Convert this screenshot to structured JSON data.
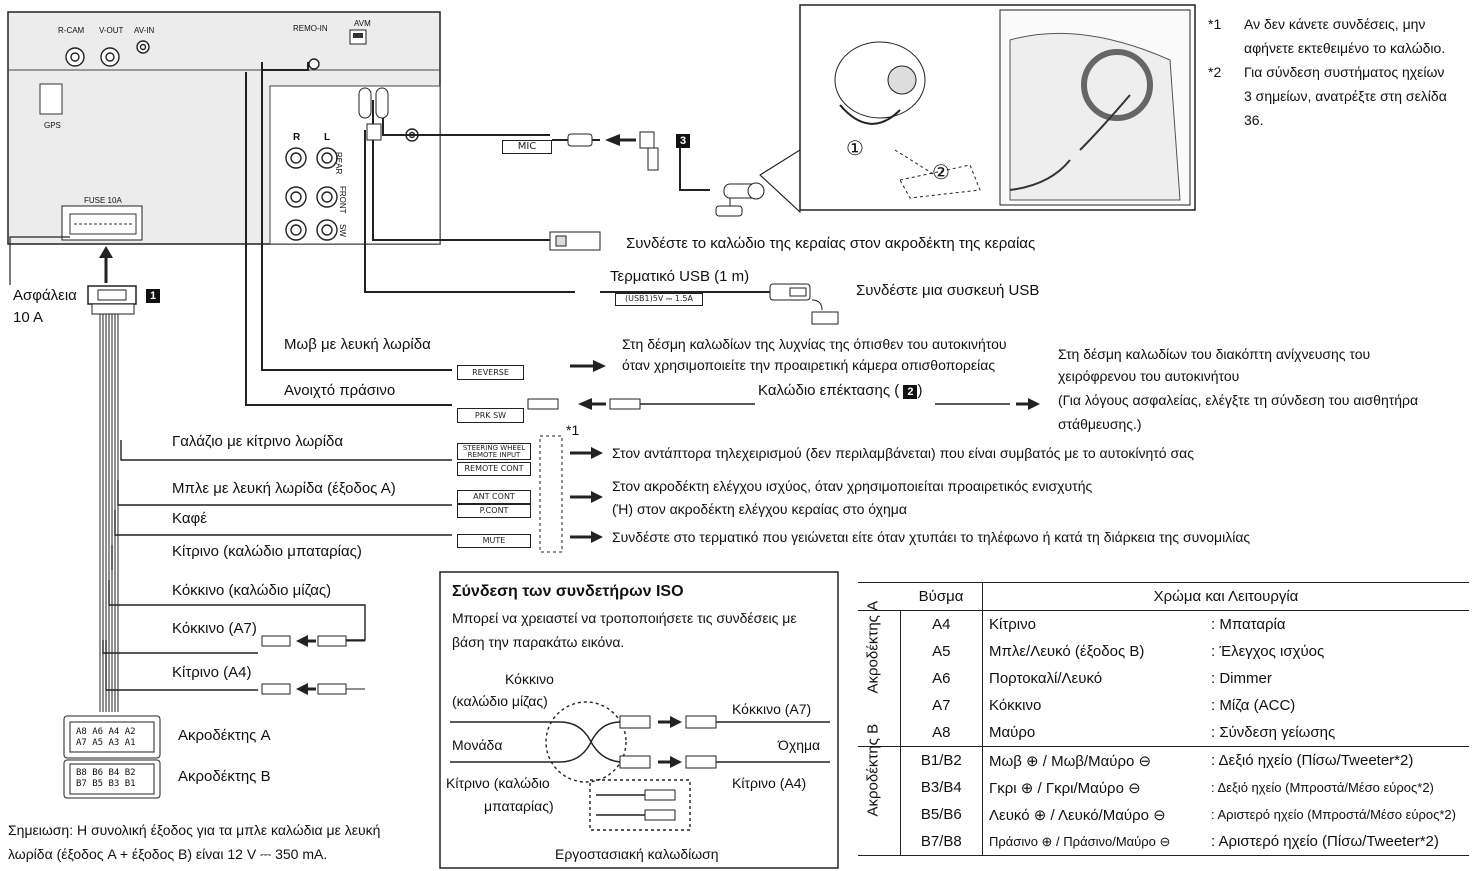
{
  "unit": {
    "r_cam": "R-CAM",
    "v_out": "V-OUT",
    "av_in": "AV-IN",
    "remo_in": "REMO-IN",
    "avm": "AVM",
    "gps": "GPS",
    "fuse": "FUSE 10A",
    "r": "R",
    "l": "L",
    "rear": "REAR",
    "front": "FRONT",
    "sw": "SW"
  },
  "fuse_label": "Ασφάλεια",
  "fuse_value": "10 A",
  "marker_1": "1",
  "marker_2": "2",
  "marker_3": "3",
  "mic_tag": "MIC",
  "mic_steps": {
    "one": "①",
    "two": "②"
  },
  "notes": {
    "n1_mark": "*1",
    "n1_line1": "Αν δεν κάνετε συνδέσεις, μην",
    "n1_line2": "αφήνετε εκτεθειμένο το καλώδιο.",
    "n2_mark": "*2",
    "n2_line1": "Για σύνδεση συστήματος ηχείων",
    "n2_line2": "3 σημείων, ανατρέξτε στη σελίδα",
    "n2_line3": "36."
  },
  "antenna_text": "Συνδέστε το καλώδιο της κεραίας στον ακροδέκτη της κεραίας",
  "usb": {
    "label": "Τερματικό USB (1 m)",
    "tag": "(USB1)5V ⎓ 1.5A",
    "text": "Συνδέστε μια συσκευή USB"
  },
  "reverse": {
    "wire": "Μωβ με λευκή λωρίδα",
    "tag": "REVERSE",
    "line1": "Στη δέσμη καλωδίων της λυχνίας της όπισθεν του αυτοκινήτου",
    "line2": "όταν χρησιμοποιείτε την προαιρετική κάμερα οπισθοπορείας"
  },
  "prk": {
    "wire": "Ανοιχτό πράσινο",
    "tag": "PRK SW",
    "ext_before": "Καλώδιο επέκτασης (",
    "ext_after": ")",
    "line1": "Στη δέσμη καλωδίων του διακόπτη ανίχνευσης του",
    "line2": "χειρόφρενου του αυτοκινήτου",
    "line3": "(Για λόγους ασφαλείας, ελέγξτε τη σύνδεση του αισθητήρα",
    "line4": "στάθμευσης.)"
  },
  "steering": {
    "wire": "Γαλάζιο με κίτρινο λωρίδα",
    "tag1": "STEERING WHEEL",
    "tag2": "REMOTE INPUT",
    "tag3": "REMOTE CONT",
    "note_mark": "*1",
    "text": "Στον αντάπτορα τηλεχειρισμού (δεν περιλαμβάνεται) που είναι συμβατός με το αυτοκίνητό σας"
  },
  "ant_cont": {
    "wire": "Μπλε με λευκή λωρίδα (έξοδος Α)",
    "tag1": "ANT CONT",
    "tag2": "P.CONT",
    "line1": "Στον ακροδέκτη ελέγχου ισχύος, όταν χρησιμοποιείται προαιρετικός ενισχυτής",
    "line2": "(Ή) στον ακροδέκτη ελέγχου κεραίας στο όχημα"
  },
  "mute": {
    "wire": "Καφέ",
    "tag": "MUTE",
    "text": "Συνδέστε στο τερματικό που γειώνεται είτε όταν χτυπάει το τηλέφωνο ή κατά τη διάρκεια της συνομιλίας"
  },
  "wires": {
    "yellow_battery": "Κίτρινο (καλώδιο μπαταρίας)",
    "red_ignition": "Κόκκινο (καλώδιο μίζας)",
    "red_a7": "Κόκκινο (A7)",
    "yellow_a4": "Κίτρινο (A4)"
  },
  "connector_a": {
    "label": "Ακροδέκτης A",
    "row1": "A8 A6 A4 A2",
    "row2": "A7 A5 A3 A1"
  },
  "connector_b": {
    "label": "Ακροδέκτης B",
    "row1": "B8 B6 B4 B2",
    "row2": "B7 B5 B3 B1"
  },
  "bottom_note": {
    "line1": "Σημειωση: Η συνολική έξοδος για τα μπλε καλώδια με λευκή",
    "line2": "λωρίδα (έξοδος A + έξοδος B) είναι 12 V ⎓ 350 mA."
  },
  "iso": {
    "title": "Σύνδεση των συνδετήρων ISO",
    "line1": "Μπορεί να χρειαστεί να τροποποιήσετε τις συνδέσεις με",
    "line2": "βάση την παρακάτω εικόνα.",
    "red": "Κόκκινο",
    "ignition": "(καλώδιο μίζας)",
    "unit": "Μονάδα",
    "yellow": "Κίτρινο (καλώδιο",
    "battery": "μπαταρίας)",
    "red_a7": "Κόκκινο (A7)",
    "vehicle": "Όχημα",
    "yellow_a4": "Κίτρινο (A4)",
    "factory": "Εργοστασιακή καλωδίωση"
  },
  "table": {
    "head_connector": "Βύσμα",
    "head_function": "Χρώμα και Λειτουργία",
    "group_a": "Ακροδέκτης A",
    "group_b": "Ακροδέκτης B",
    "rows_a": [
      {
        "pin": "A4",
        "color": "Κίτρινο",
        "func": ": Μπαταρία"
      },
      {
        "pin": "A5",
        "color": "Μπλε/Λευκό (έξοδος B)",
        "func": ": Έλεγχος ισχύος"
      },
      {
        "pin": "A6",
        "color": "Πορτοκαλί/Λευκό",
        "func": ": Dimmer"
      },
      {
        "pin": "A7",
        "color": "Κόκκινο",
        "func": ": Μίζα (ACC)"
      },
      {
        "pin": "A8",
        "color": "Μαύρο",
        "func": ": Σύνδεση γείωσης"
      }
    ],
    "rows_b": [
      {
        "pin": "B1/B2",
        "color": "Μωβ ⊕ / Μωβ/Μαύρο ⊖",
        "func": ": Δεξιό ηχείο (Πίσω/Tweeter*2)"
      },
      {
        "pin": "B3/B4",
        "color": "Γκρι ⊕ / Γκρι/Μαύρο ⊖",
        "func": ": Δεξιό ηχείο (Μπροστά/Μέσο εύρος*2)"
      },
      {
        "pin": "B5/B6",
        "color": "Λευκό ⊕ / Λευκό/Μαύρο ⊖",
        "func": ": Αριστερό ηχείο (Μπροστά/Μέσο εύρος*2)"
      },
      {
        "pin": "B7/B8",
        "color": "Πράσινο ⊕ / Πράσινο/Μαύρο ⊖",
        "func": ": Αριστερό ηχείο (Πίσω/Tweeter*2)"
      }
    ]
  }
}
